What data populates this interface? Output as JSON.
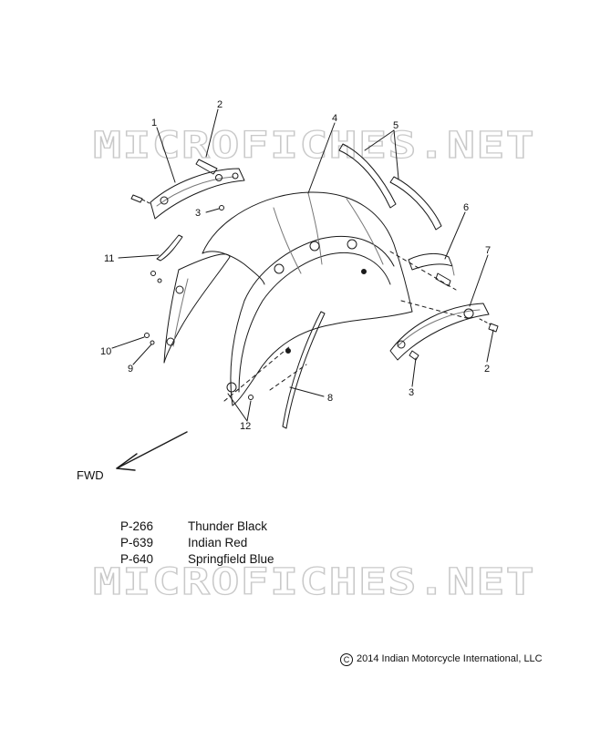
{
  "watermark": "MICROFICHES.NET",
  "callouts": [
    "1",
    "2",
    "3",
    "4",
    "5",
    "6",
    "7",
    "8",
    "9",
    "10",
    "11",
    "12"
  ],
  "forward_label": "FWD",
  "color_options": [
    {
      "code": "P-266",
      "name": "Thunder Black"
    },
    {
      "code": "P-639",
      "name": "Indian Red"
    },
    {
      "code": "P-640",
      "name": "Springfield Blue"
    }
  ],
  "copyright_symbol": "C",
  "copyright": "2014 Indian Motorcycle International, LLC",
  "colors": {
    "line": "#1a1a1a",
    "watermark": "#c9c9c9"
  }
}
